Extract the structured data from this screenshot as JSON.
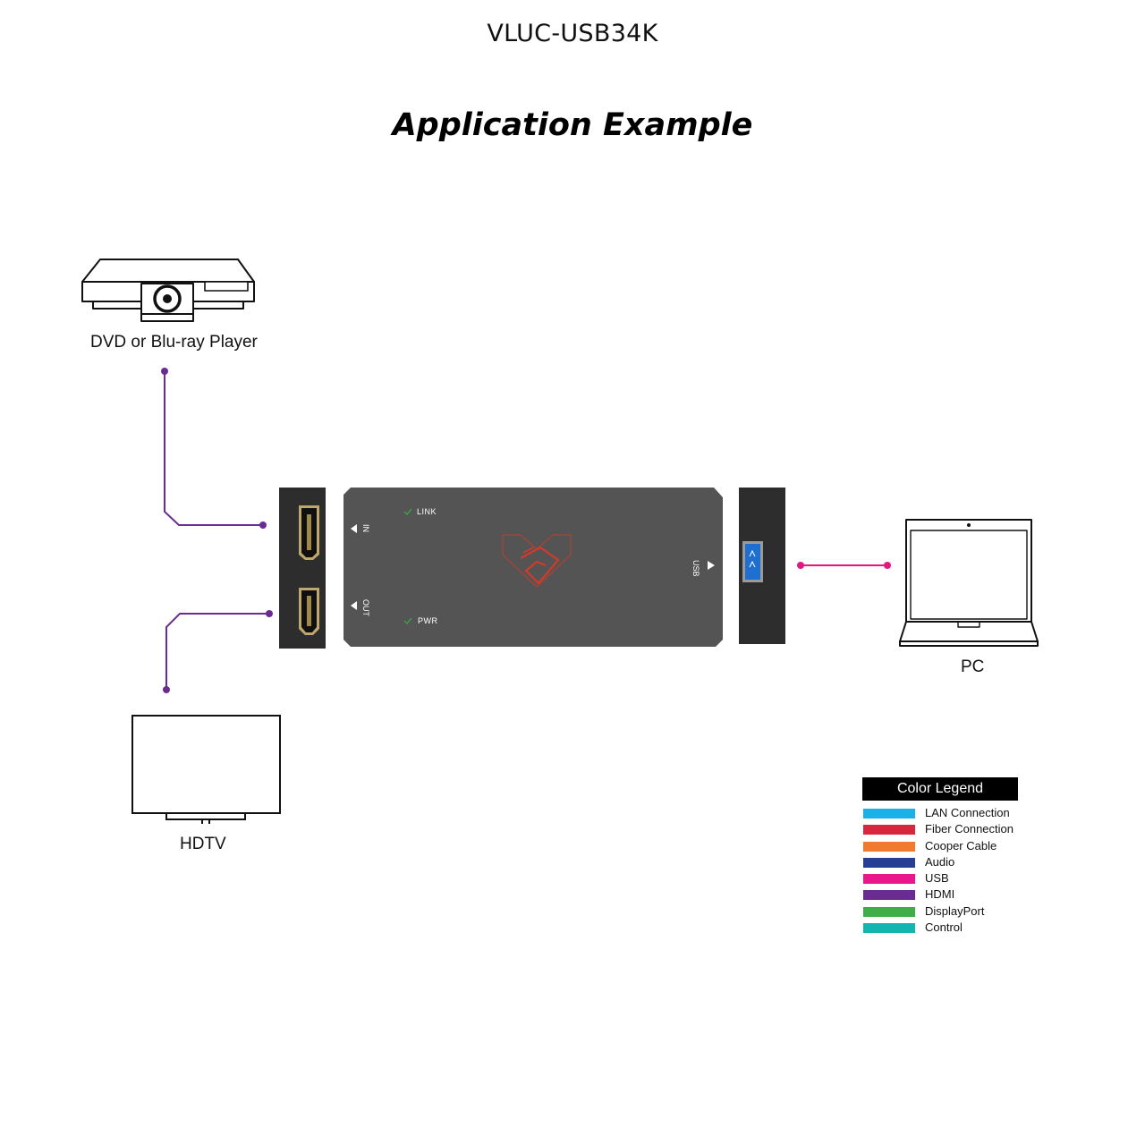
{
  "header": {
    "model": "VLUC-USB34K",
    "title": "Application Example"
  },
  "devices": {
    "dvd_label": "DVD or Blu-ray Player",
    "hdtv_label": "HDTV",
    "pc_label": "PC"
  },
  "converter": {
    "link_label": "LINK",
    "pwr_label": "PWR",
    "in_label": "IN",
    "out_label": "OUT",
    "usb_label": "USB"
  },
  "connections": {
    "hdmi_color": "#6a2c91",
    "usb_color": "#e6157f"
  },
  "legend": {
    "title": "Color Legend",
    "items": [
      {
        "label": "LAN Connection",
        "color": "#1ab0e8"
      },
      {
        "label": "Fiber Connection",
        "color": "#d7263d"
      },
      {
        "label": "Cooper Cable",
        "color": "#f07a30"
      },
      {
        "label": "Audio",
        "color": "#253f94"
      },
      {
        "label": "USB",
        "color": "#ec168c"
      },
      {
        "label": "HDMI",
        "color": "#6a2c91"
      },
      {
        "label": "DisplayPort",
        "color": "#3fae49"
      },
      {
        "label": "Control",
        "color": "#13b5b1"
      }
    ]
  }
}
